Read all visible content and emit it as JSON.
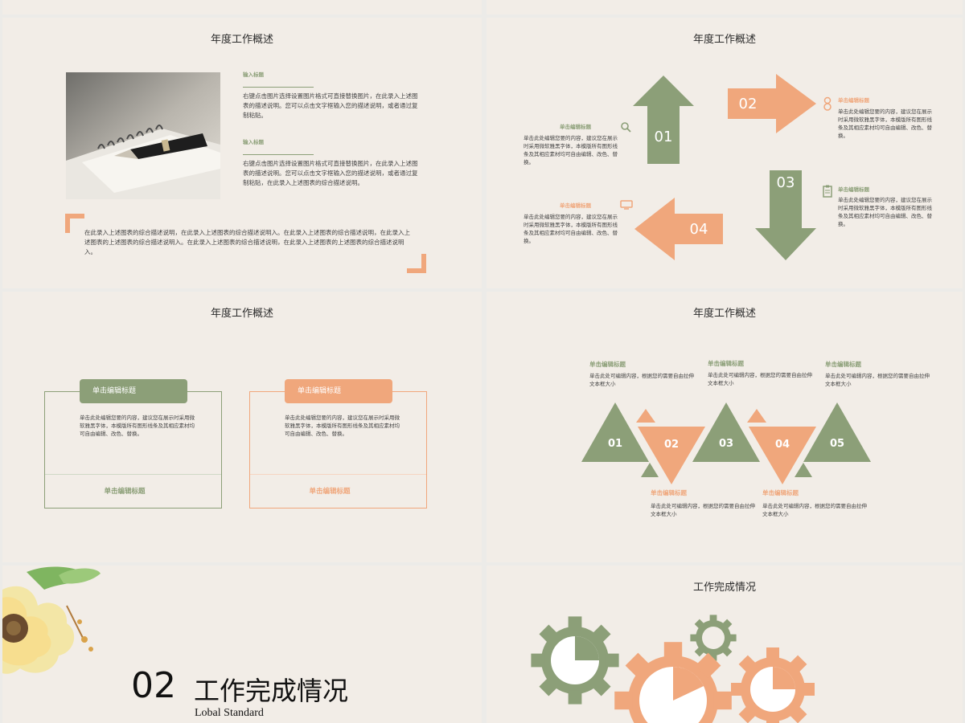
{
  "colors": {
    "green": "#8c9f78",
    "orange": "#f0a77c",
    "bg": "#f2ede7"
  },
  "s1": {
    "title": "年度工作概述",
    "h1": "输入标题",
    "p1": "右键点击图片选择设置图片格式可直接替换图片，在此录入上述图表的描述说明。您可以点击文字框输入您的描述说明，或者通过复制粘贴。",
    "h2": "输入标题",
    "p2": "右键点击图片选择设置图片格式可直接替换图片，在此录入上述图表的描述说明。您可以点击文字框输入您的描述说明，或者通过复制粘贴，在此录入上述图表的综合描述说明。",
    "summary": "在此录入上述图表的综合描述说明，在此录入上述图表的综合描述说明入。在此录入上述图表的综合描述说明，在此录入上述图表的上述图表的综合描述说明入。在此录入上述图表的综合描述说明，在此录入上述图表的上述图表的综合描述说明入。"
  },
  "s2": {
    "title": "年度工作概述",
    "nums": [
      "01",
      "02",
      "03",
      "04"
    ],
    "items": [
      {
        "title": "单击编辑标题",
        "text": "单击此处编辑您要的内容，建议您在展示时采用微软雅黑字体，本模版所有图形线条及其相应素材均可自由编辑、改色、替换。"
      },
      {
        "title": "单击编辑标题",
        "text": "单击此处编辑您要的内容，建议您在展示时采用微软雅黑字体，本模版所有图形线条及其相应素材均可自由编辑、改色、替换。"
      },
      {
        "title": "单击编辑标题",
        "text": "单击此处编辑您要的内容，建议您在展示时采用微软雅黑字体，本模版所有图形线条及其相应素材均可自由编辑、改色、替换。"
      },
      {
        "title": "单击编辑标题",
        "text": "单击此处编辑您要的内容，建议您在展示时采用微软雅黑字体，本模版所有图形线条及其相应素材均可自由编辑、改色、替换。"
      }
    ]
  },
  "s3": {
    "title": "年度工作概述",
    "cards": [
      {
        "header": "单击编辑标题",
        "text": "单击此处编辑您要的内容，建议您在展示时采用微软雅黑字体，本模版所有图形线条及其相应素材均可自由编辑、改色、替换。",
        "footer": "单击编辑标题"
      },
      {
        "header": "单击编辑标题",
        "text": "单击此处编辑您要的内容，建议您在展示时采用微软雅黑字体，本模版所有图形线条及其相应素材均可自由编辑、改色、替换。",
        "footer": "单击编辑标题"
      }
    ]
  },
  "s4": {
    "title": "年度工作概述",
    "nums": [
      "01",
      "02",
      "03",
      "04",
      "05"
    ],
    "top": [
      {
        "title": "单击编辑标题",
        "text": "单击此处可编辑内容，根据您的需要自由拉伸文本框大小"
      },
      {
        "title": "单击编辑标题",
        "text": "单击此处可编辑内容，根据您的需要自由拉伸文本框大小"
      },
      {
        "title": "单击编辑标题",
        "text": "单击此处可编辑内容，根据您的需要自由拉伸文本框大小"
      }
    ],
    "bottom": [
      {
        "title": "单击编辑标题",
        "text": "单击此处可编辑内容，根据您的需要自由拉伸文本框大小"
      },
      {
        "title": "单击编辑标题",
        "text": "单击此处可编辑内容，根据您的需要自由拉伸文本框大小"
      }
    ]
  },
  "s5": {
    "num": "02",
    "title": "工作完成情况",
    "subtitle": "Lobal Standard"
  },
  "s6": {
    "title": "工作完成情况"
  }
}
